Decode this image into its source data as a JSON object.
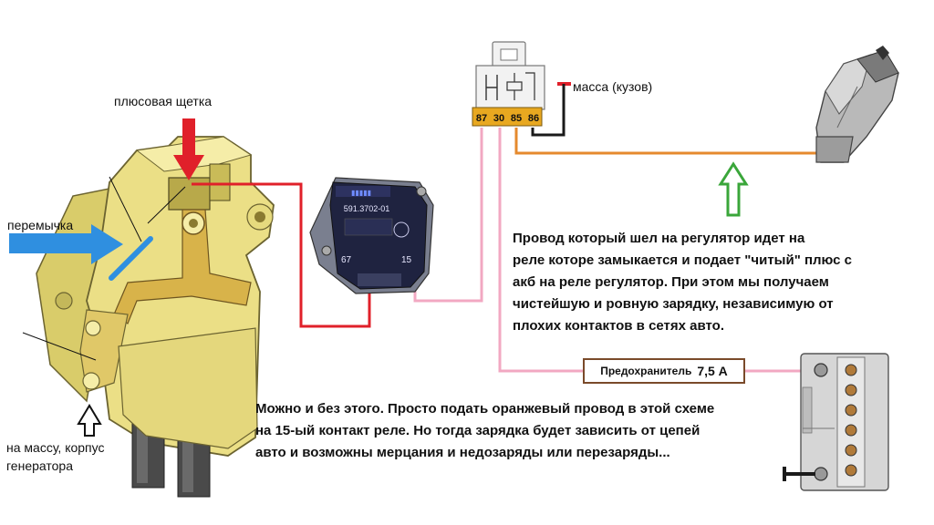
{
  "labels": {
    "plus_brush": "плюсовая щетка",
    "jumper": "перемычка",
    "ground_line1": "на массу, корпус",
    "ground_line2": "генератора",
    "body_ground": "масса (кузов)"
  },
  "relay_pins": [
    "87",
    "30",
    "85",
    "86"
  ],
  "regulator": {
    "part_number": "591.3702-01",
    "pin_67": "67",
    "pin_15": "15"
  },
  "fuse": {
    "label": "Предохранитель",
    "rating": "7,5 А"
  },
  "note_top": {
    "lines": [
      "Провод который шел на регулятор идет на",
      "реле которе замыкается и подает \"читый\" плюс с",
      "акб на реле регулятор. При этом мы получаем",
      "чистейшую и ровную зарядку, независимую от",
      "плохих контактов в сетях авто."
    ]
  },
  "note_bottom": {
    "lines": [
      "Можно и без этого. Просто подать оранжевый провод в этой схеме",
      "на 15-ый контакт реле. Но тогда зарядка будет зависить от цепей",
      "авто и возможны мерцания и недозаряды или перезаряды..."
    ]
  },
  "colors": {
    "wire_red": "#e0202a",
    "wire_pink": "#f2a8c2",
    "wire_orange": "#e58a2e",
    "wire_black": "#1a1a1a",
    "arrow_red": "#e0202a",
    "arrow_blue": "#2f8fe0",
    "arrow_green": "#3aa63a",
    "brush_holder": "#e8dc82",
    "regulator_body": "#1f2340",
    "relay_body": "#f2f2f2",
    "relay_pins_bg": "#e8a820"
  }
}
